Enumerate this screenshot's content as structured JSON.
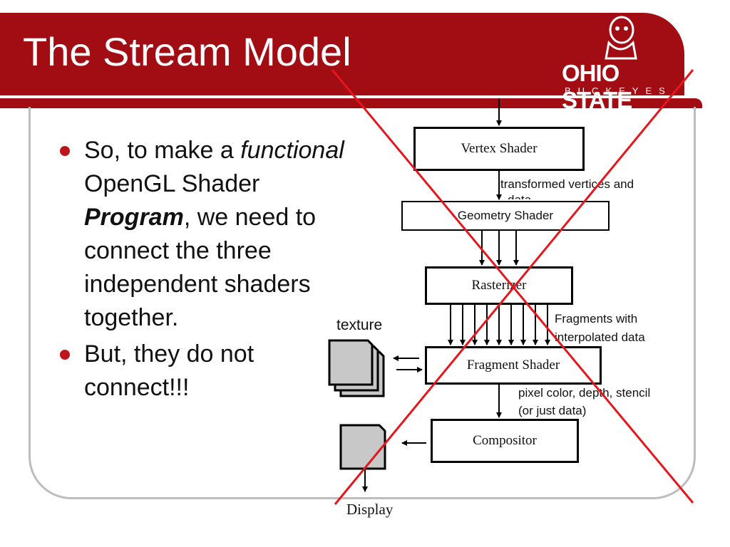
{
  "slide": {
    "title": "The Stream Model",
    "logo": {
      "main": "OHIO STATE",
      "sub": "BUCKEYES"
    },
    "bullets": {
      "b1": {
        "intro": "So, to make a ",
        "italic": "functional",
        "mid": " OpenGL Shader ",
        "bolditalic": "Program",
        "rest": ", we need to connect the three independent shaders together."
      },
      "b2": {
        "text": "But, they do not connect!!!"
      }
    }
  },
  "diagram": {
    "boxes": {
      "vertex": "Vertex Shader",
      "geometry": "Geometry Shader",
      "rasterizer": "Rasterizer",
      "fragment": "Fragment Shader",
      "compositor": "Compositor"
    },
    "labels": {
      "transformed": "transformed vertices and",
      "transformed_cont": "data",
      "fragments_line1": "Fragments with",
      "fragments_line2": "interpolated data",
      "pixel_line1": "pixel color, depth, stencil",
      "pixel_line2": "(or just data)",
      "texture": "texture",
      "display": "Display"
    },
    "colors": {
      "cross": "#e5161d",
      "brand": "#a10d12",
      "page_fill": "#c8c8c8"
    }
  }
}
